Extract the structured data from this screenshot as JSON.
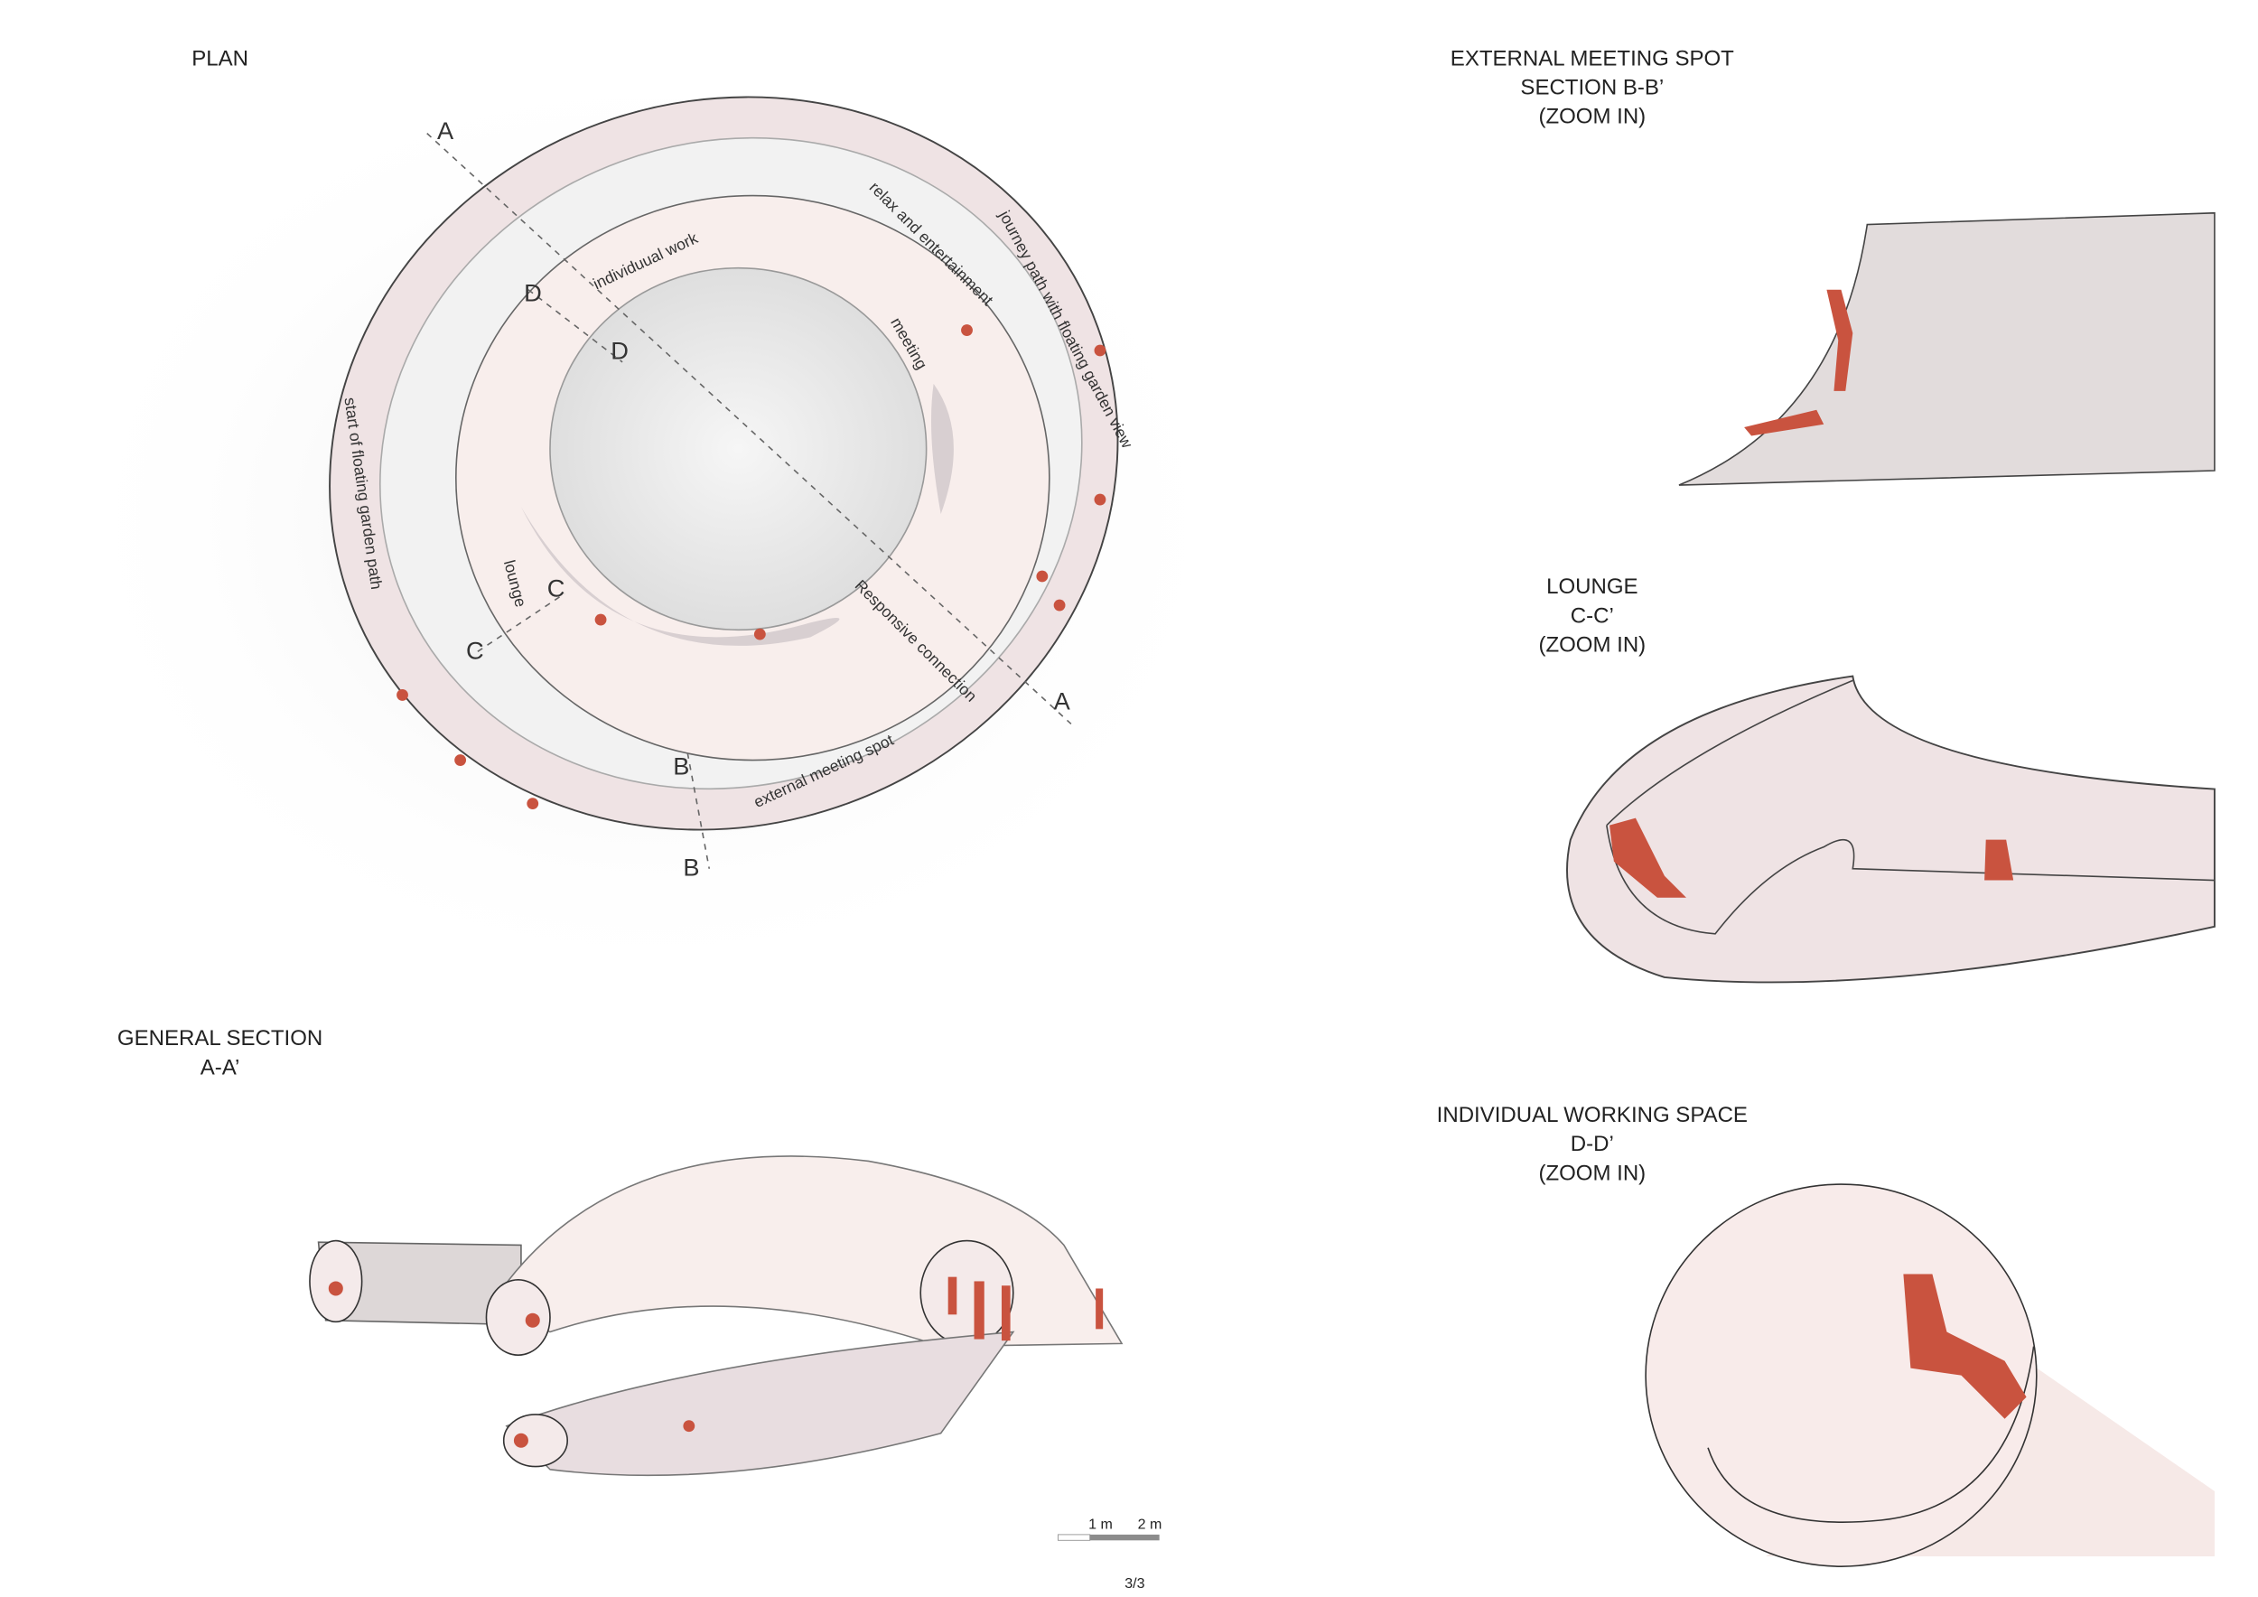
{
  "titles": {
    "plan": "PLAN",
    "bb": [
      "EXTERNAL MEETING SPOT",
      "SECTION B-B’",
      "(ZOOM IN)"
    ],
    "cc": [
      "LOUNGE",
      "C-C’",
      "(ZOOM IN)"
    ],
    "dd": [
      "INDIVIDUAL WORKING SPACE",
      "D-D’",
      "(ZOOM IN)"
    ],
    "aa": [
      "GENERAL SECTION",
      "A-A’"
    ]
  },
  "plan_labels": {
    "individual_work": "individuual work",
    "relax": "relax and entertainment",
    "journey": "journey path with floating garden view",
    "meeting": "meeting",
    "start_path": "start of floating garden path",
    "lounge": "lounge",
    "responsive": "Responsive connection",
    "external": "external  meeting spot"
  },
  "section_markers": {
    "a1": "A",
    "a2": "A",
    "b1": "B",
    "b2": "B",
    "c1": "C",
    "c2": "C",
    "d1": "D",
    "d2": "D"
  },
  "scale_bar": {
    "label_1": "1 m",
    "label_2": "2 m"
  },
  "page_number": "3/3",
  "colors": {
    "figure": "#c9533f",
    "shell": "#efe3e4"
  }
}
